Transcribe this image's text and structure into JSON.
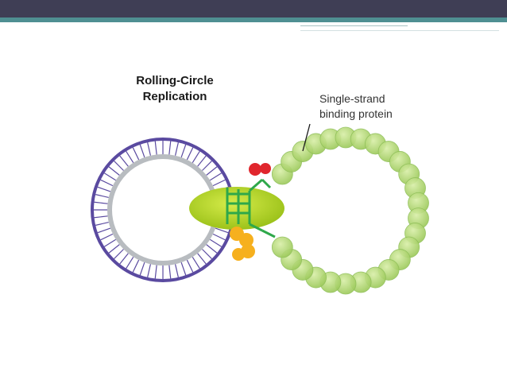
{
  "slide": {
    "colors": {
      "top_bar": "#3f3e55",
      "teal_line": "#4f8f92",
      "accent_line": "#a8c2c3"
    }
  },
  "diagram": {
    "title_line1": "Rolling-Circle",
    "title_line2": "Replication",
    "label_line1": "Single-strand",
    "label_line2": "binding protein",
    "colors": {
      "outer_strand": "#5a4aa0",
      "inner_strand": "#b8bcc0",
      "ssb": "#b6dc7a",
      "polymerase": "#b8d82a",
      "helicase_green": "#2fa84a",
      "red_protein": "#e0262d",
      "orange_protein": "#f6b01e"
    },
    "icons": [
      "dna-circle",
      "ssb-bead",
      "polymerase-blob",
      "pointer-line"
    ]
  }
}
